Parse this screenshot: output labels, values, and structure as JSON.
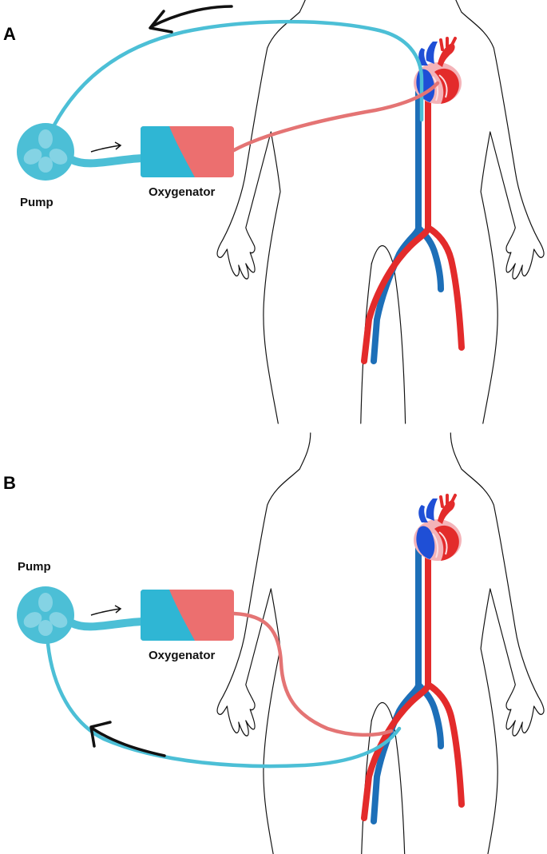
{
  "panels": [
    {
      "letter": "A",
      "pump_label": "Pump",
      "oxygenator_label": "Oxygenator"
    },
    {
      "letter": "B",
      "pump_label": "Pump",
      "oxygenator_label": "Oxygenator"
    }
  ],
  "colors": {
    "venous_tube": "#4cbfd6",
    "arterial_tube": "#e47474",
    "pump_fill": "#4cbfd6",
    "oxygenator_left": "#2fb6d4",
    "oxygenator_right": "#ec6f6f",
    "artery": "#e32b2b",
    "vein": "#1d6fb8",
    "heart_bg": "#f4b3b8",
    "outline": "#111111"
  }
}
